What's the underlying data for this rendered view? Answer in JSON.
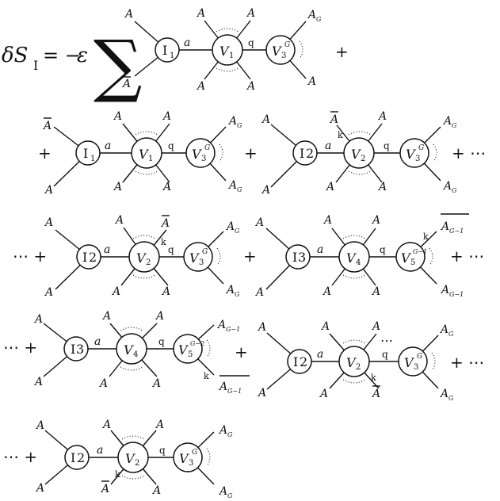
{
  "labels": {
    "A": "A",
    "Abar": "A",
    "AG": "A",
    "G": "G",
    "Gm1": "G−1",
    "Gm2": "G−2",
    "a": "a",
    "q": "q",
    "k": "k",
    "I": "I",
    "V": "V",
    "n1": "1",
    "n2": "2",
    "n3": "3",
    "n4": "4",
    "n5": "5"
  },
  "formula": {
    "lhs": "δS",
    "lhs_sub": "I",
    "equals": "= −",
    "eps": "ε",
    "sigma": "∑"
  },
  "ops": {
    "plus": "+",
    "dots": "⋯",
    "dots_plus": "⋯ +",
    "plus_dots": "+ ⋯",
    "ellipsis": "…"
  }
}
